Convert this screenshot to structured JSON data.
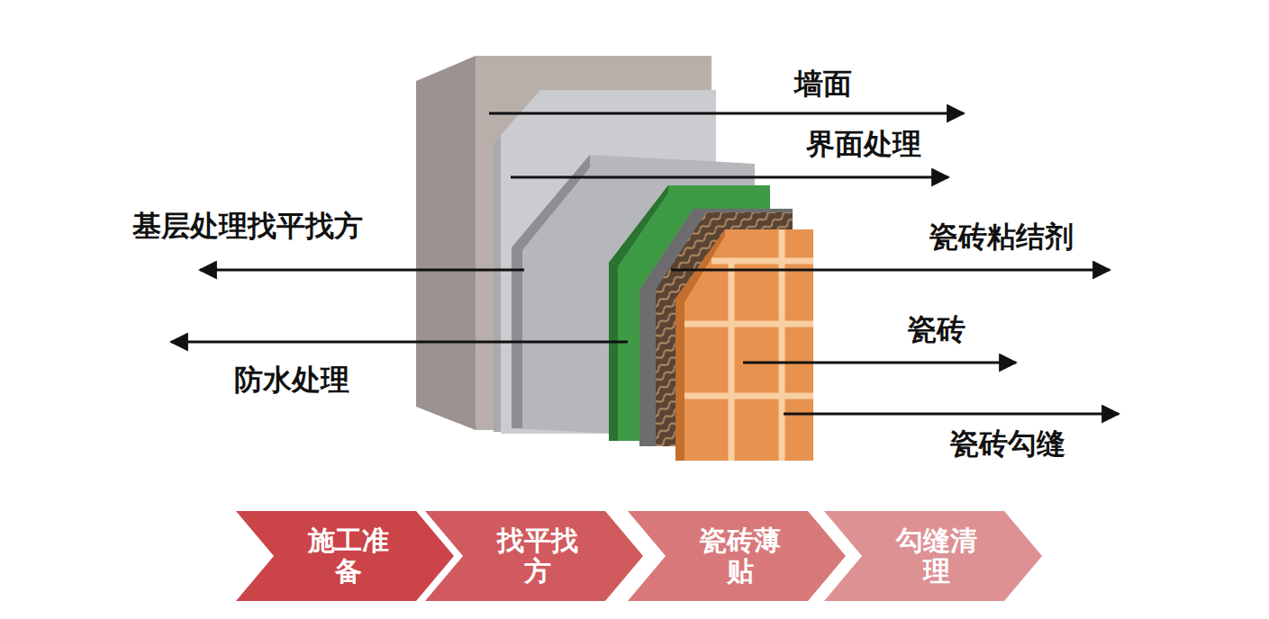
{
  "diagram": {
    "nodes": [
      {
        "text": [
          "施工准备"
        ]
      },
      {
        "text": [
          "找平找方"
        ]
      },
      {
        "text": [
          "瓷砖薄贴"
        ]
      },
      {
        "text": [
          "勾缝清理"
        ]
      }
    ],
    "labels": [
      "墙面",
      "界面处理",
      "基层处理找平找方",
      "瓷砖粘结剂",
      "防水处理",
      "瓷砖",
      "瓷砖勾缝"
    ]
  }
}
